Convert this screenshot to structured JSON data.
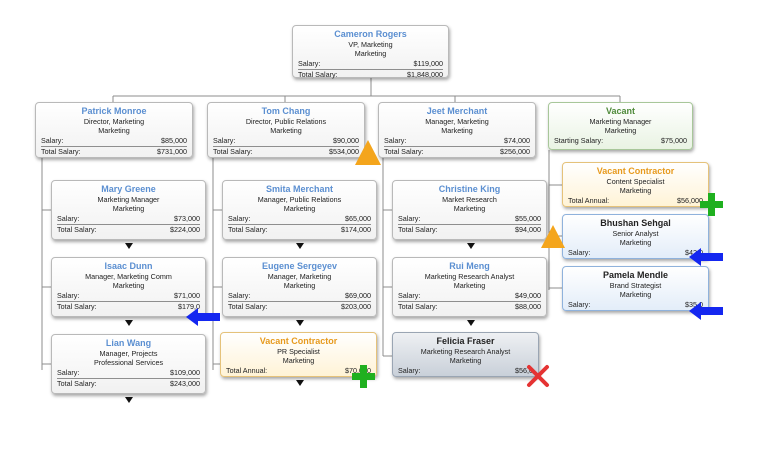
{
  "nodes": [
    {
      "name": "Cameron Rogers",
      "t1": "VP, Marketing",
      "t2": "Marketing",
      "rows": [
        {
          "label": "Salary:",
          "value": "$119,000"
        },
        {
          "label": "Total Salary:",
          "value": "$1,848,000"
        }
      ]
    },
    {
      "name": "Patrick Monroe",
      "t1": "Director, Marketing",
      "t2": "Marketing",
      "rows": [
        {
          "label": "Salary:",
          "value": "$85,000"
        },
        {
          "label": "Total Salary:",
          "value": "$731,000"
        }
      ]
    },
    {
      "name": "Tom Chang",
      "t1": "Director, Public Relations",
      "t2": "Marketing",
      "rows": [
        {
          "label": "Salary:",
          "value": "$90,000"
        },
        {
          "label": "Total Salary:",
          "value": "$534,000"
        }
      ]
    },
    {
      "name": "Jeet Merchant",
      "t1": "Manager, Marketing",
      "t2": "Marketing",
      "rows": [
        {
          "label": "Salary:",
          "value": "$74,000"
        },
        {
          "label": "Total Salary:",
          "value": "$256,000"
        }
      ]
    },
    {
      "name": "Vacant",
      "t1": "Marketing Manager",
      "t2": "Marketing",
      "rows": [
        {
          "label": "Starting Salary:",
          "value": "$75,000"
        }
      ]
    },
    {
      "name": "Mary Greene",
      "t1": "Marketing Manager",
      "t2": "Marketing",
      "rows": [
        {
          "label": "Salary:",
          "value": "$73,000"
        },
        {
          "label": "Total Salary:",
          "value": "$224,000"
        }
      ]
    },
    {
      "name": "Smita Merchant",
      "t1": "Manager, Public Relations",
      "t2": "Marketing",
      "rows": [
        {
          "label": "Salary:",
          "value": "$65,000"
        },
        {
          "label": "Total Salary:",
          "value": "$174,000"
        }
      ]
    },
    {
      "name": "Christine King",
      "t1": "Market Research",
      "t2": "Marketing",
      "rows": [
        {
          "label": "Salary:",
          "value": "$55,000"
        },
        {
          "label": "Total Salary:",
          "value": "$94,000"
        }
      ]
    },
    {
      "name": "Vacant Contractor",
      "t1": "Content Specialist",
      "t2": "Marketing",
      "rows": [
        {
          "label": "Total Annual:",
          "value": "$56,000"
        }
      ]
    },
    {
      "name": "Bhushan Sehgal",
      "t1": "Senior Analyst",
      "t2": "Marketing",
      "rows": [
        {
          "label": "Salary:",
          "value": "$42,0"
        }
      ]
    },
    {
      "name": "Isaac Dunn",
      "t1": "Manager, Marketing Comm",
      "t2": "Marketing",
      "rows": [
        {
          "label": "Salary:",
          "value": "$71,000"
        },
        {
          "label": "Total Salary:",
          "value": "$179,0"
        }
      ]
    },
    {
      "name": "Eugene Sergeyev",
      "t1": "Manager, Marketing",
      "t2": "Marketing",
      "rows": [
        {
          "label": "Salary:",
          "value": "$69,000"
        },
        {
          "label": "Total Salary:",
          "value": "$203,000"
        }
      ]
    },
    {
      "name": "Rui Meng",
      "t1": "Marketing Research Analyst",
      "t2": "Marketing",
      "rows": [
        {
          "label": "Salary:",
          "value": "$49,000"
        },
        {
          "label": "Total Salary:",
          "value": "$88,000"
        }
      ]
    },
    {
      "name": "Pamela Mendle",
      "t1": "Brand Strategist",
      "t2": "Marketing",
      "rows": [
        {
          "label": "Salary:",
          "value": "$35,0"
        }
      ]
    },
    {
      "name": "Lian Wang",
      "t1": "Manager, Projects",
      "t2": "Professional Services",
      "rows": [
        {
          "label": "Salary:",
          "value": "$109,000"
        },
        {
          "label": "Total Salary:",
          "value": "$243,000"
        }
      ]
    },
    {
      "name": "Vacant Contractor",
      "t1": "PR Specialist",
      "t2": "Marketing",
      "rows": [
        {
          "label": "Total Annual:",
          "value": "$70,000"
        }
      ]
    },
    {
      "name": "Felicia Fraser",
      "t1": "Marketing Research Analyst",
      "t2": "Marketing",
      "rows": [
        {
          "label": "Salary:",
          "value": "$56,0"
        }
      ]
    }
  ],
  "colors": {
    "name_blue": "#5b8fd1",
    "vacant_green": "#4f8a3a",
    "contractor_orange": "#e79a1e",
    "plus_green": "#1fb01f",
    "arrow_blue": "#1427f0",
    "warning_orange": "#f4a51c",
    "remove_red": "#e53333"
  },
  "markers": {
    "plus": "plus-icon",
    "arrow": "arrow-left-icon",
    "warning": "warning-triangle-icon",
    "remove": "remove-x-icon",
    "expand": "expand-triangle-icon"
  }
}
